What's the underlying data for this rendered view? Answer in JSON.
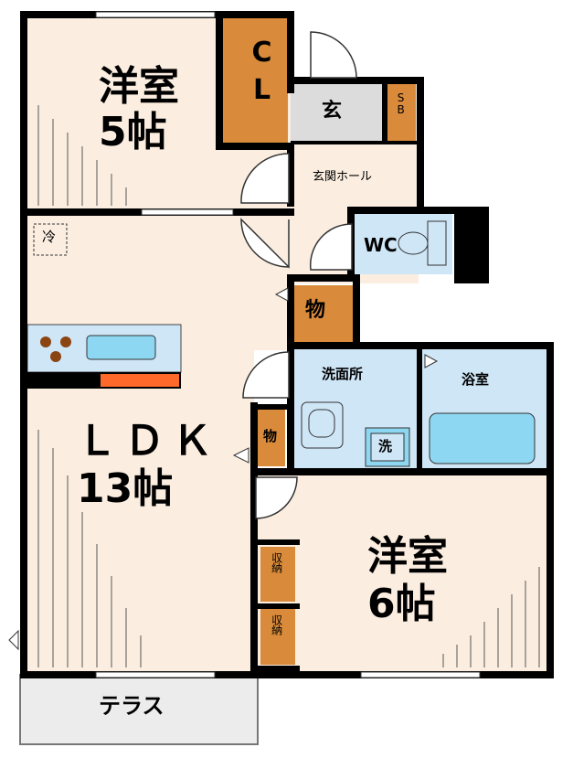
{
  "rooms": {
    "western1": {
      "name": "洋室",
      "size": "5帖"
    },
    "closet": "CL",
    "entrance": "玄",
    "shoebox": "SB",
    "hall": "玄関ホール",
    "wc": "WC",
    "storage_hall": "物",
    "fridge": "冷",
    "ldk": {
      "name": "ＬＤＫ",
      "size": "13帖"
    },
    "storage_ldk": "物",
    "washroom": "洗面所",
    "washer": "洗",
    "bath": "浴室",
    "western2": {
      "name": "洋室",
      "size": "6帖"
    },
    "storage_a": "収納",
    "storage_b": "収納",
    "terrace": "テラス"
  },
  "colors": {
    "floor": "#fbeee0",
    "wall": "#000000",
    "closet": "#d98a3a",
    "tile": "#dcdcdc",
    "wet_area": "#cfe6f7",
    "fixture": "#8ed7f2",
    "kitchen_orange": "#ff6a2b",
    "stove_dots": "#8b4513"
  }
}
